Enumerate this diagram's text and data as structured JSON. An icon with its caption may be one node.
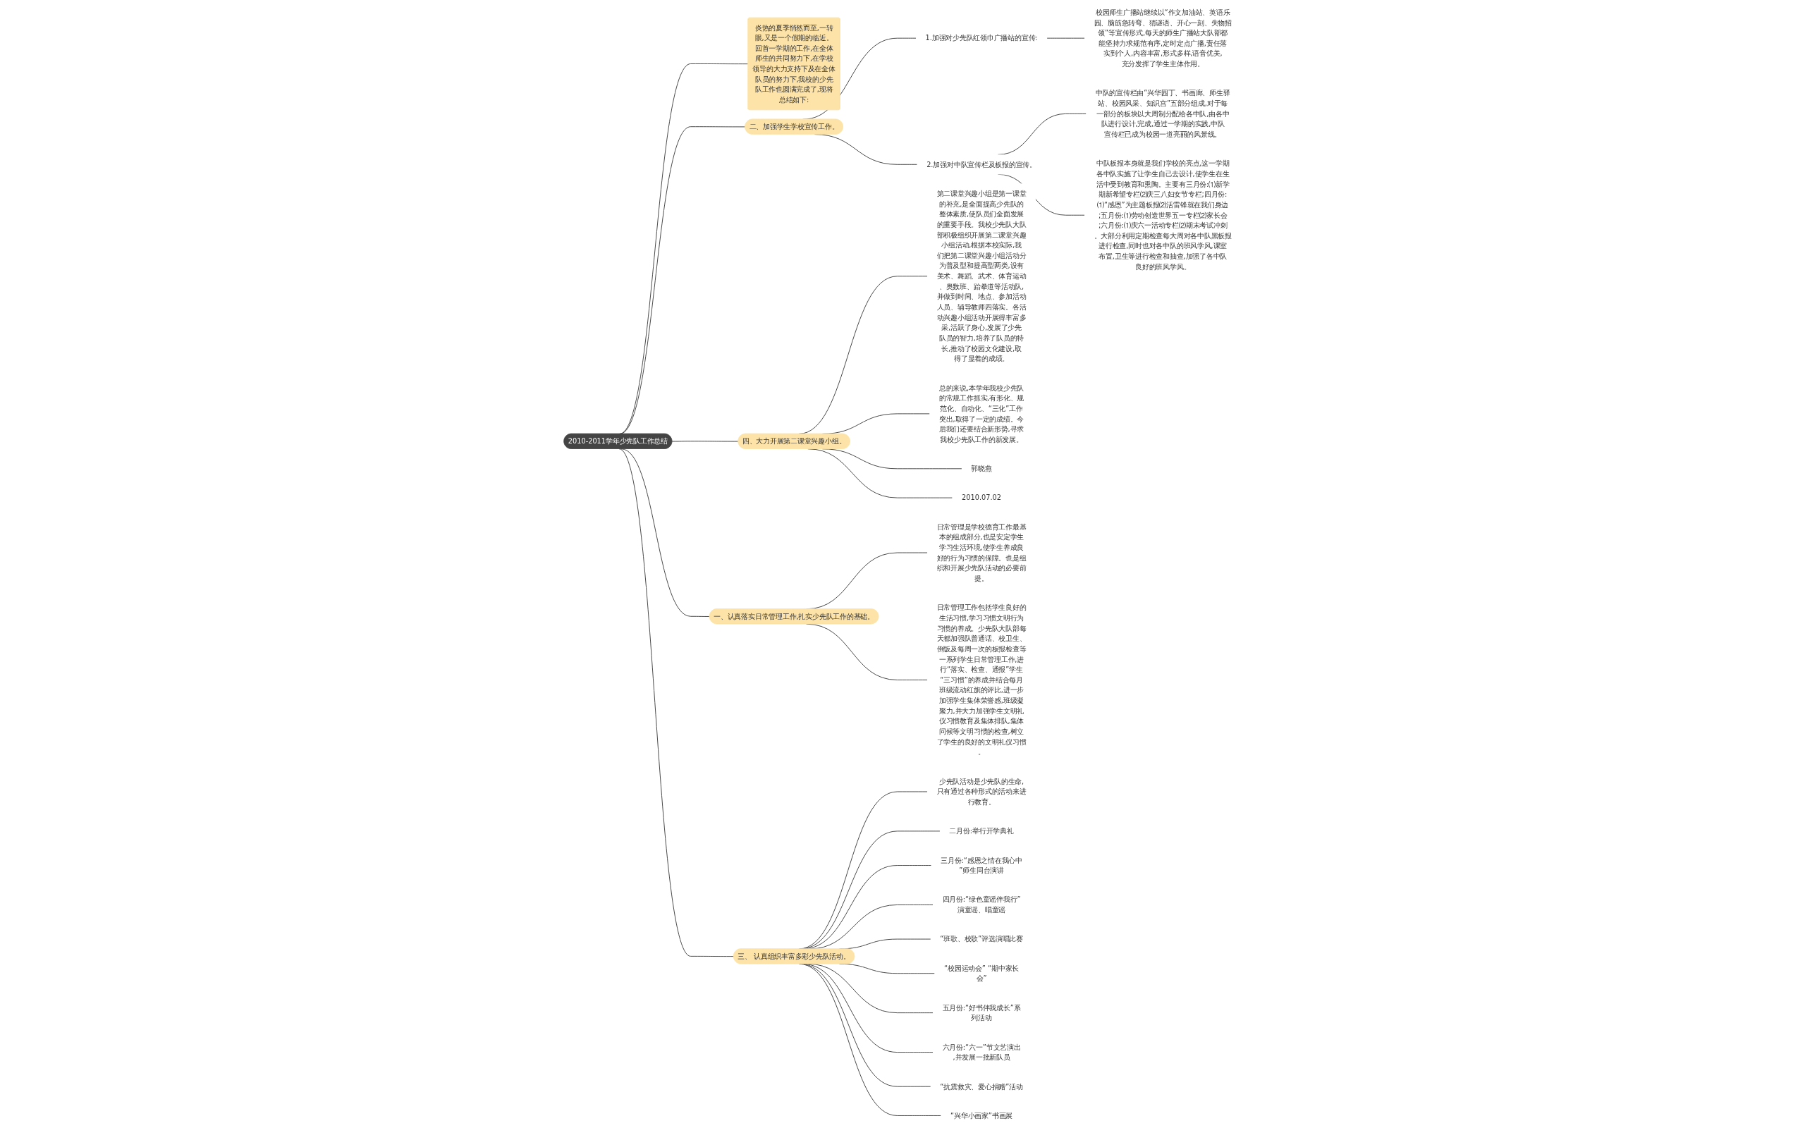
{
  "diagram": {
    "nodes": [
      {
        "text": [
          "2010-2011学年少先队工作总结"
        ]
      },
      {
        "text": [
          "炎热的夏季悄然而至,一转眼,又是一个假期的临近。回首一学期的工作,在全体师生的共同努力下,在学校领导的大力支持下及在全体队员的努力下,我校的少先队工作也圆满完成了,现将总结如下:"
        ]
      },
      {
        "text": [
          "二、加强学生学校宣传工作。"
        ]
      },
      {
        "text": [
          "1.加强对少先队红领巾广播站的宣传:"
        ]
      },
      {
        "text": [
          "校园师生广播站继续以“作文加油站、英语乐园、脑筋急转弯、猜谜语、开心一刻、失物招领”等宣传形式,每天的师生广播站大队部都能坚持力求规范有序,定时定点广播,责任落实到个人,内容丰富,形式多样,语音优美,充分发挥了学生主体作用。"
        ]
      },
      {
        "text": [
          "2.加强对中队宣传栏及板报的宣传。"
        ]
      },
      {
        "text": [
          "中队的宣传栏由“兴华园丁、书画廊、师生驿站、校园风采、知识宫”五部分组成,对于每一部分的板块以大周制分配给各中队,由各中队进行设计,完成,通过一学期的实践,中队宣传栏已成为校园一道亮丽的风景线。"
        ]
      },
      {
        "text": [
          "中队板报本身就是我们学校的亮点,这一学期各中队实施了让学生自己去设计,使学生在生活中受到教育和熏陶。主要有三月份:⑴新学期新希望专栏⑵庆三八妇女节专栏;四月份:⑴“感恩”为主题板报⑵活雷锋就在我们身边;五月份:⑴劳动创造世界五一专栏⑵家长会;六月份:⑴庆六一活动专栏⑵期末考试冲刺。大部分利用定期检查每大周对各中队黑板报进行检查,同时也对各中队的班风学风,课室布置,卫生等进行检查和抽查,加强了各中队良好的班风学风。"
        ]
      },
      {
        "text": [
          "四、大力开展第二课堂兴趣小组。"
        ]
      },
      {
        "text": [
          "第二课堂兴趣小组是第一课堂的补充,是全面提高少先队的整体素质,使队员们全面发展的重要手段。我校少先队大队部积极组织开展第二课堂兴趣小组活动,根据本校实际,我们把第二课堂兴趣小组活动分为普及型和提高型两类,设有美术、舞蹈、武术、体育运动、奥数班、跆拳道等活动队,并做到时间、地点、参加活动人员、辅导教师四落实。各活动兴趣小组活动开展得丰富多采,活跃了身心,发展了少先队员的智力,培养了队员的特长,推动了校园文化建设,取得了显着的成绩。"
        ]
      },
      {
        "text": [
          "总的来说,本学年我校少先队的常规工作抓实,有形化、规范化、自动化、“三化”工作突出,取得了一定的成绩。今后我们还要结合新形势,寻求我校少先队工作的新发展。"
        ]
      },
      {
        "text": [
          "郭晓燕"
        ]
      },
      {
        "text": [
          "2010.07.02"
        ]
      },
      {
        "text": [
          "一、认真落实日常管理工作,扎实少先队工作的基础。"
        ]
      },
      {
        "text": [
          "日常管理是学校德育工作最基本的组成部分,也是安定学生学习生活环境,使学生养成良好的行为习惯的保障。也是组织和开展少先队活动的必要前提。"
        ]
      },
      {
        "text": [
          "日常管理工作包括学生良好的生活习惯,学习习惯文明行为习惯的养成。少先队大队部每天都加强队普通话、校卫生、倒饭及每周一次的板报检查等一系列学生日常管理工作,进行“落实、检查、通报”学生“三习惯”的养成并结合每月班级流动红旗的评比,进一步加强学生集体荣誉感,班级凝聚力,并大力加强学生文明礼仪习惯教育及集体排队,集体问候等文明习惯的检查,树立了学生的良好的文明礼仪习惯。"
        ]
      },
      {
        "text": [
          "三、 认真组织丰富多彩少先队活动。"
        ]
      },
      {
        "text": [
          "少先队活动是少先队的生命,只有通过各种形式的活动来进行教育。"
        ]
      },
      {
        "text": [
          "二月份:举行开学典礼"
        ]
      },
      {
        "text": [
          "三月份:“感恩之情在我心中”师生同台演讲"
        ]
      },
      {
        "text": [
          "四月份:“绿色童谣伴我行”演童谣、唱童谣"
        ]
      },
      {
        "text": [
          "“班歌、校歌”评选演唱比赛"
        ]
      },
      {
        "text": [
          "“校园运动会” “期中家长会”"
        ]
      },
      {
        "text": [
          "五月份:“好书伴我成长”系列活动"
        ]
      },
      {
        "text": [
          "六月份:“六一”节文艺演出,并发展一批新队员"
        ]
      },
      {
        "text": [
          "“抗震救灾、爱心捐赠”活动"
        ]
      },
      {
        "text": [
          "“兴华小画家”书画展"
        ]
      }
    ],
    "edges": [
      {
        "from": 0,
        "to": 1,
        "arrow": "none"
      },
      {
        "from": 0,
        "to": 2,
        "arrow": "none"
      },
      {
        "from": 2,
        "to": 3,
        "arrow": "none"
      },
      {
        "from": 3,
        "to": 4,
        "arrow": "none"
      },
      {
        "from": 2,
        "to": 5,
        "arrow": "none"
      },
      {
        "from": 5,
        "to": 6,
        "arrow": "none"
      },
      {
        "from": 5,
        "to": 7,
        "arrow": "none"
      },
      {
        "from": 0,
        "to": 8,
        "arrow": "none"
      },
      {
        "from": 8,
        "to": 9,
        "arrow": "none"
      },
      {
        "from": 8,
        "to": 10,
        "arrow": "none"
      },
      {
        "from": 8,
        "to": 11,
        "arrow": "none"
      },
      {
        "from": 8,
        "to": 12,
        "arrow": "none"
      },
      {
        "from": 0,
        "to": 13,
        "arrow": "none"
      },
      {
        "from": 13,
        "to": 14,
        "arrow": "none"
      },
      {
        "from": 13,
        "to": 15,
        "arrow": "none"
      },
      {
        "from": 0,
        "to": 16,
        "arrow": "none"
      },
      {
        "from": 16,
        "to": 17,
        "arrow": "none"
      },
      {
        "from": 16,
        "to": 18,
        "arrow": "none"
      },
      {
        "from": 16,
        "to": 19,
        "arrow": "none"
      },
      {
        "from": 16,
        "to": 20,
        "arrow": "none"
      },
      {
        "from": 16,
        "to": 21,
        "arrow": "none"
      },
      {
        "from": 16,
        "to": 22,
        "arrow": "none"
      },
      {
        "from": 16,
        "to": 23,
        "arrow": "none"
      },
      {
        "from": 16,
        "to": 24,
        "arrow": "none"
      },
      {
        "from": 16,
        "to": 25,
        "arrow": "none"
      },
      {
        "from": 16,
        "to": 26,
        "arrow": "none"
      }
    ]
  }
}
